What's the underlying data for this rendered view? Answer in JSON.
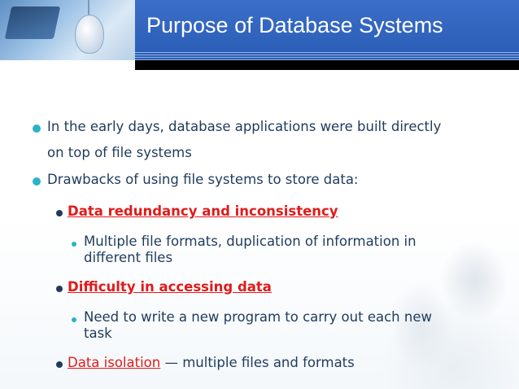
{
  "slide": {
    "title": "Purpose of Database Systems",
    "bullets": {
      "b1_line1": "In the early days, database applications were built directly",
      "b1_line2": "on top of  file systems",
      "b2": "Drawbacks of using file systems to store data:",
      "s1_label": "Data redundancy and inconsistency",
      "s1_sub_line1": "Multiple file formats, duplication of information in",
      "s1_sub_line2": "different files",
      "s2_label": "Difficulty in accessing data",
      "s2_sub_line1": "Need to write a new program to carry out each new",
      "s2_sub_line2": "task",
      "s3_label": "Data isolation",
      "s3_rest": " — multiple files and formats"
    }
  },
  "colors": {
    "header_blue": "#2c5fb8",
    "body_text": "#1f3b5c",
    "accent_red": "#e01b1b",
    "bullet_teal": "#2bb2c8"
  }
}
